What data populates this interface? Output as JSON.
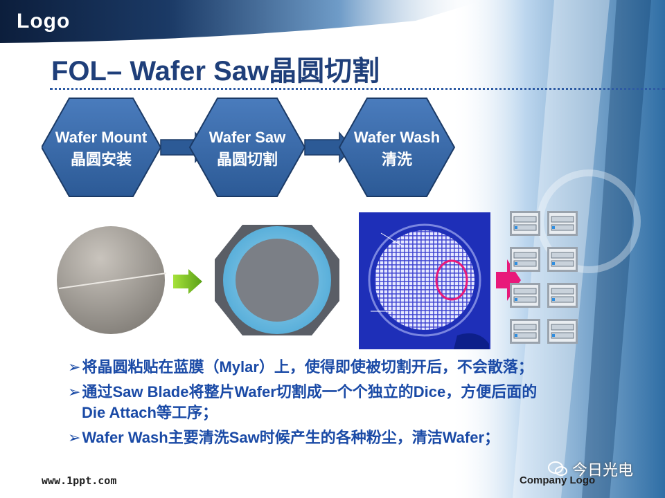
{
  "header": {
    "logo": "Logo"
  },
  "title": "FOL– Wafer Saw晶圆切割",
  "flow": {
    "steps": [
      {
        "line1": "Wafer Mount",
        "line2": "晶圆安装"
      },
      {
        "line1": "Wafer Saw",
        "line2": "晶圆切割"
      },
      {
        "line1": "Wafer Wash",
        "line2": "清洗"
      }
    ]
  },
  "bullets": [
    {
      "mark": "➢",
      "text": "将晶圆粘贴在蓝膜（Mylar）上，使得即使被切割开后，不会散落；"
    },
    {
      "mark": "➢",
      "text": "通过Saw Blade将整片Wafer切割成一个个独立的Dice，方便后面的",
      "cont": "Die Attach等工序；"
    },
    {
      "mark": "➢",
      "text": "Wafer Wash主要清洗Saw时候产生的各种粉尘，清洁Wafer；"
    }
  ],
  "footer": {
    "left": "www.1ppt.com",
    "right": "Company Logo"
  },
  "watermark": {
    "text": "今日光电"
  },
  "colors": {
    "title": "#1f3f7a",
    "bullet": "#1a4aa6",
    "hexagon": "#3a6aa8",
    "accent_pink": "#e8197a"
  }
}
